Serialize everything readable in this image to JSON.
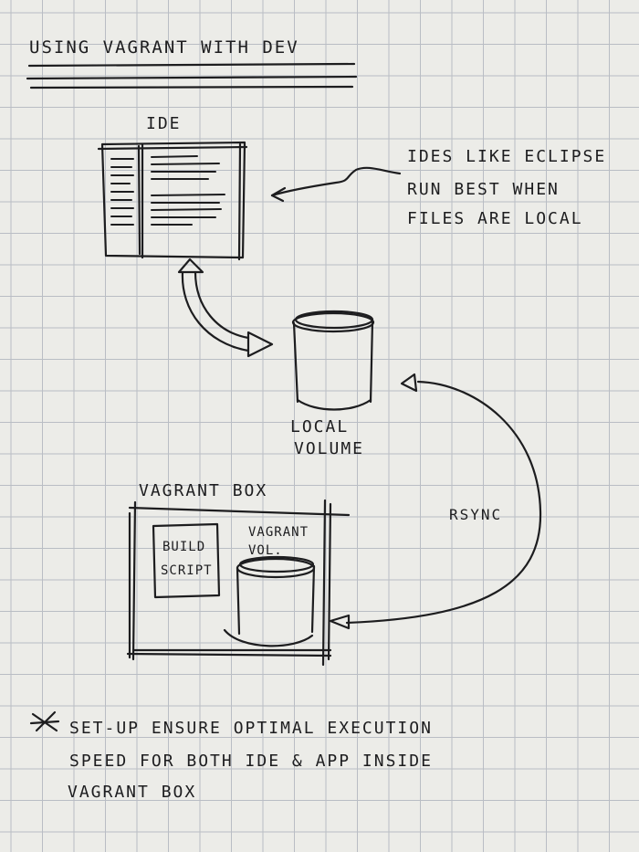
{
  "title": "Using Vagrant With Dev",
  "ide_label": "IDE",
  "ide_note": [
    "IDEs like Eclipse",
    "Run best when",
    "files are local"
  ],
  "local_volume_label": [
    "Local",
    "Volume"
  ],
  "vagrant_box_label": "Vagrant Box",
  "build_script_label": [
    "Build",
    "Script"
  ],
  "vagrant_vol_label": [
    "Vagrant",
    "Vol."
  ],
  "rsync_label": "Rsync",
  "footnote_mark": "*",
  "footnote": [
    "Set-up ensure optimal execution",
    "speed for both IDE & app inside",
    "Vagrant box"
  ],
  "colors": {
    "paper": "#ecece8",
    "grid": "#b9bdc4",
    "ink": "#1d1d1f"
  }
}
